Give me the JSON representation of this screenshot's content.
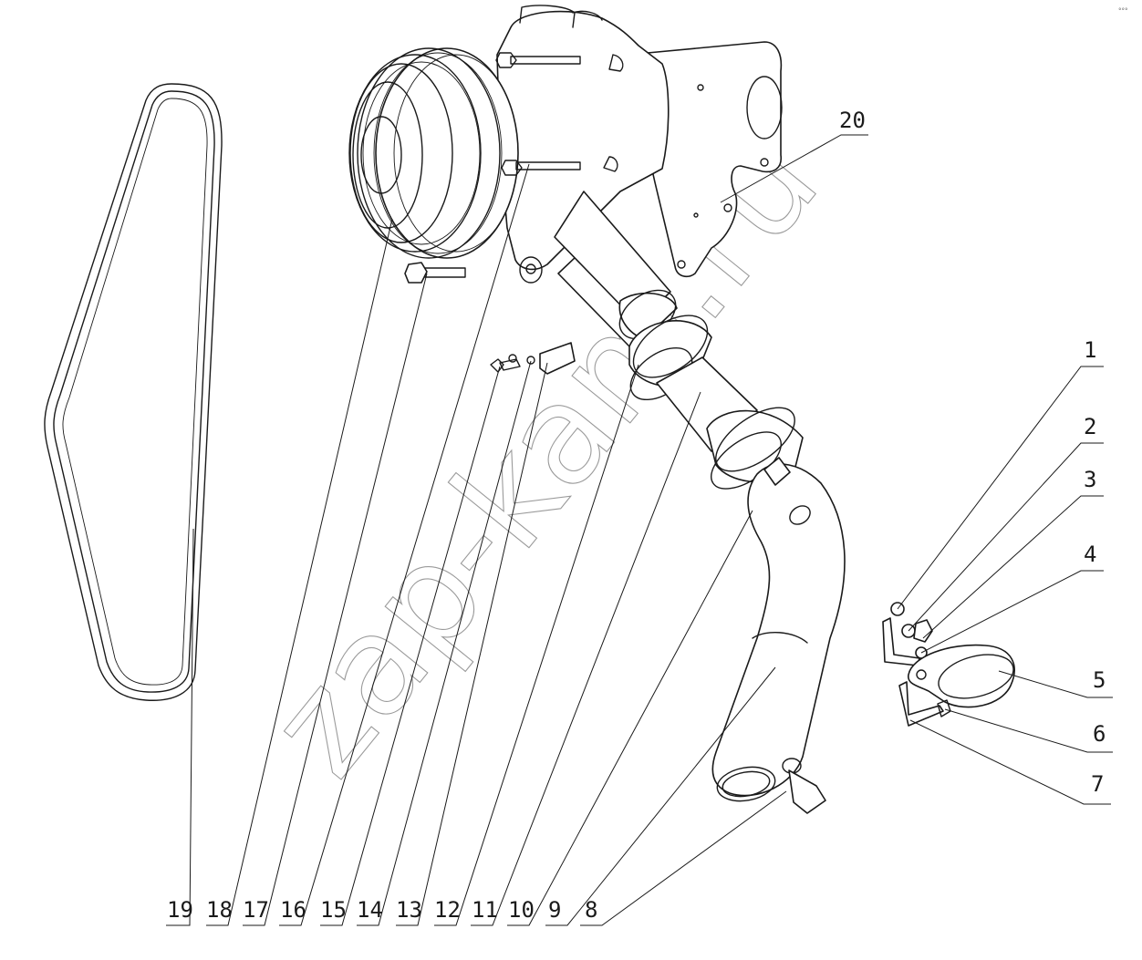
{
  "watermark": "zap-kam.ru",
  "corner_mark": "°°°",
  "callouts": {
    "bottom": [
      "19",
      "18",
      "17",
      "16",
      "15",
      "14",
      "13",
      "12",
      "11",
      "10",
      "9",
      "8"
    ],
    "right": [
      "1",
      "2",
      "3",
      "4",
      "5",
      "6",
      "7"
    ],
    "top": [
      "20"
    ]
  },
  "colors": {
    "line": "#1a1a1a",
    "watermark": "#9a9a9a",
    "background": "#ffffff"
  }
}
